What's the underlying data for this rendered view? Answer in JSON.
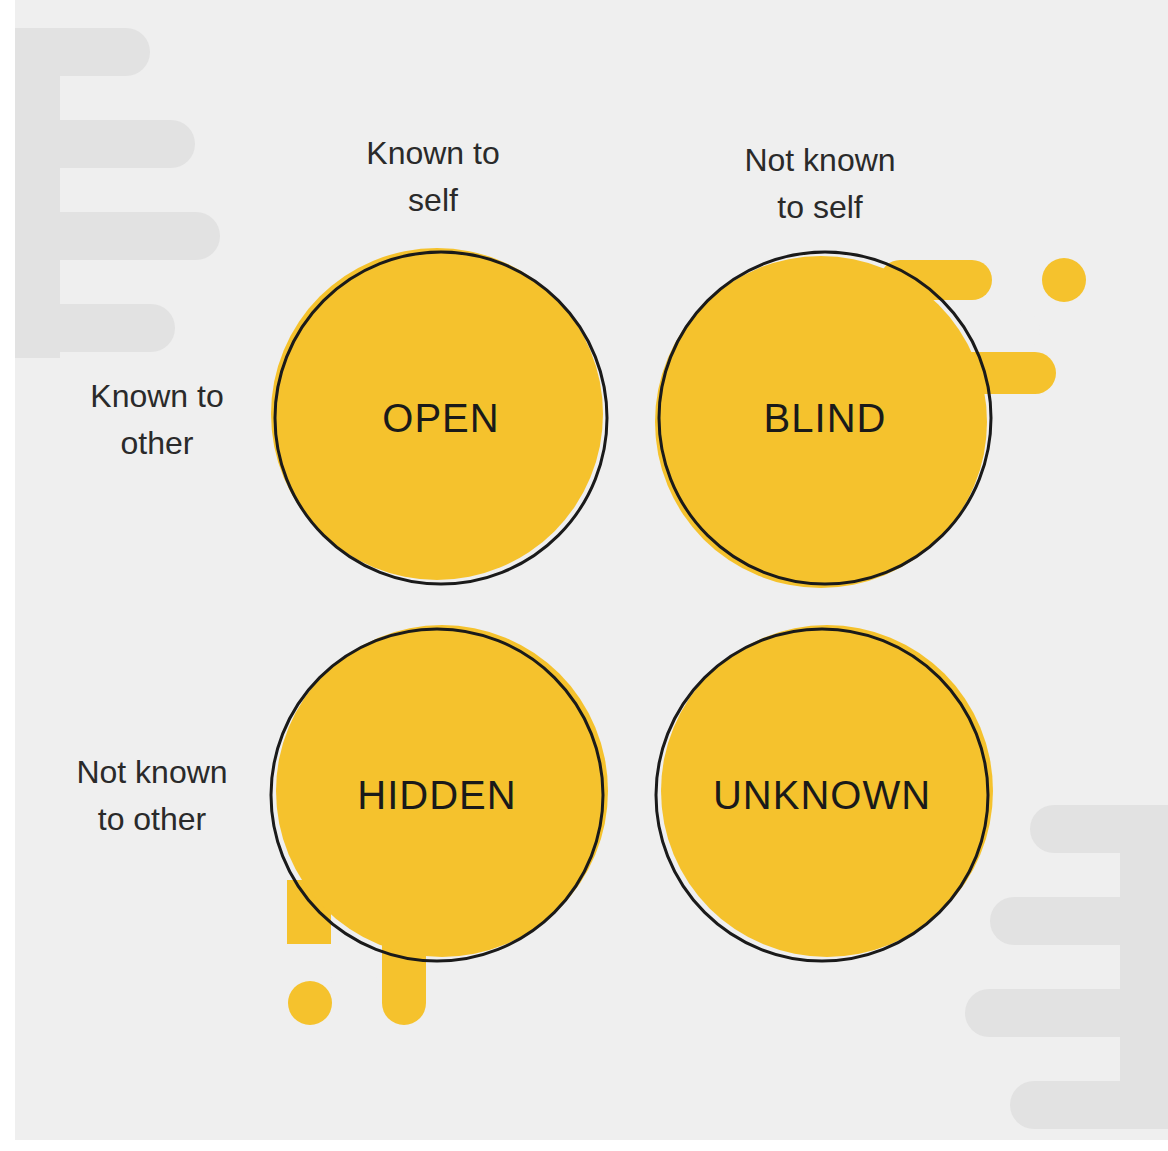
{
  "diagram": {
    "nodes": [
      {
        "text": [
          "OPEN"
        ]
      },
      {
        "text": [
          "BLIND"
        ]
      },
      {
        "text": [
          "HIDDEN"
        ]
      },
      {
        "text": [
          "UNKNOWN"
        ]
      }
    ],
    "labels": [
      "Known to self",
      "Not known to self",
      "Known to other",
      "Not known to other"
    ]
  }
}
